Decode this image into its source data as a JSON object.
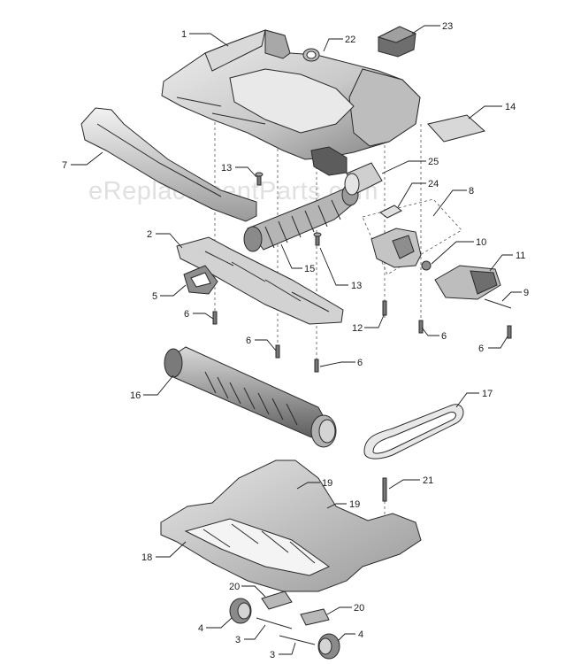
{
  "watermark": "eReplacementParts.com",
  "callouts": [
    "1",
    "22",
    "23",
    "14",
    "7",
    "13",
    "25",
    "24",
    "8",
    "2",
    "15",
    "10",
    "11",
    "5",
    "13",
    "9",
    "6",
    "12",
    "6",
    "6",
    "6",
    "6",
    "16",
    "17",
    "19",
    "21",
    "19",
    "18",
    "20",
    "20",
    "4",
    "3",
    "3",
    "4"
  ],
  "colors": {
    "line": "#2a2a2a",
    "part_fill": "#c8c8c8",
    "part_light": "#e4e4e4",
    "part_dark": "#8e8e8e",
    "watermark": "#e0e0e0"
  }
}
